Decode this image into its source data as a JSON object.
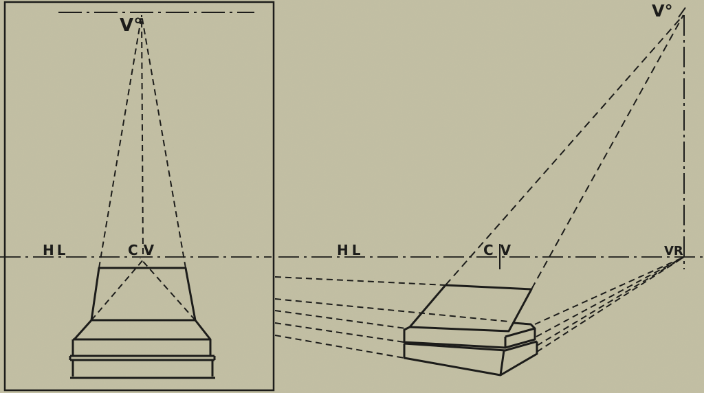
{
  "colors": {
    "paper": "#c3c0a4",
    "ink": "#1c1c1a"
  },
  "left_panel": {
    "vo_label": "V°",
    "hl_label": "HL",
    "cv_label": "CV"
  },
  "right_panel": {
    "vo_label": "V°",
    "hl_label": "HL",
    "cv_label": "CV",
    "vr_label": "VR"
  }
}
